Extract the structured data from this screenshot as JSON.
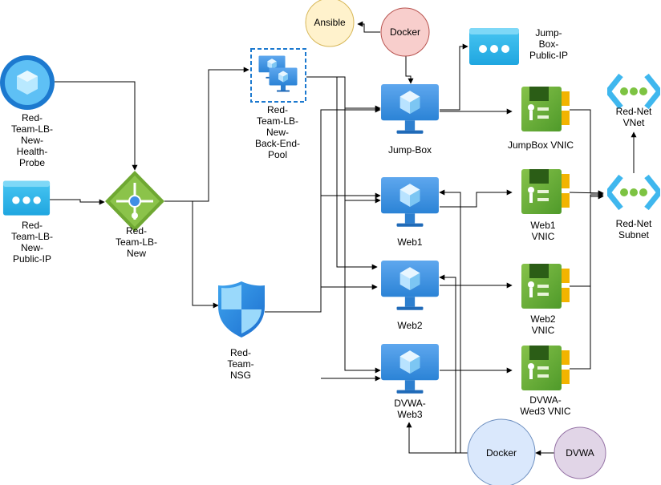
{
  "nodes": {
    "health_probe": {
      "label_lines": [
        "Red-",
        "Team-LB-",
        "New-",
        "Health-",
        "Probe"
      ]
    },
    "lb_public_ip": {
      "label_lines": [
        "Red-",
        "Team-LB-",
        "New-",
        "Public-IP"
      ]
    },
    "load_balancer": {
      "label_lines": [
        "Red-",
        "Team-LB-",
        "New"
      ]
    },
    "backend_pool": {
      "label_lines": [
        "Red-",
        "Team-LB-",
        "New-",
        "Back-End-",
        "Pool"
      ]
    },
    "nsg": {
      "label_lines": [
        "Red-",
        "Team-",
        "NSG"
      ]
    },
    "ansible": {
      "label": "Ansible"
    },
    "docker_top": {
      "label": "Docker"
    },
    "jumpbox_public_ip": {
      "label_lines": [
        "Jump-",
        "Box-",
        "Public-IP"
      ]
    },
    "jump_box": {
      "label_lines": [
        "Jump-Box"
      ]
    },
    "web1": {
      "label_lines": [
        "Web1"
      ]
    },
    "web2": {
      "label_lines": [
        "Web2"
      ]
    },
    "web3": {
      "label_lines": [
        "DVWA-",
        "Web3"
      ]
    },
    "jumpbox_vnic": {
      "label_lines": [
        "JumpBox VNIC"
      ]
    },
    "web1_vnic": {
      "label_lines": [
        "Web1",
        "VNIC"
      ]
    },
    "web2_vnic": {
      "label_lines": [
        "Web2",
        "VNIC"
      ]
    },
    "web3_vnic": {
      "label_lines": [
        "DVWA-",
        "Wed3 VNIC"
      ]
    },
    "vnet": {
      "label_lines": [
        "Red-Net",
        "VNet"
      ]
    },
    "subnet": {
      "label_lines": [
        "Red-Net",
        "Subnet"
      ]
    },
    "docker_bottom": {
      "label": "Docker"
    },
    "dvwa": {
      "label": "DVWA"
    }
  },
  "colors": {
    "vm_blue": "#3f9ae6",
    "lb_green": "#6fa832",
    "ansible_fill": "#fff2cc",
    "ansible_stroke": "#d6b656",
    "docker_top_fill": "#f8cecc",
    "docker_top_stroke": "#b85450",
    "docker_bottom_fill": "#dae8fc",
    "docker_bottom_stroke": "#6c8ebf",
    "dvwa_fill": "#e1d5e7",
    "dvwa_stroke": "#9673a6"
  }
}
